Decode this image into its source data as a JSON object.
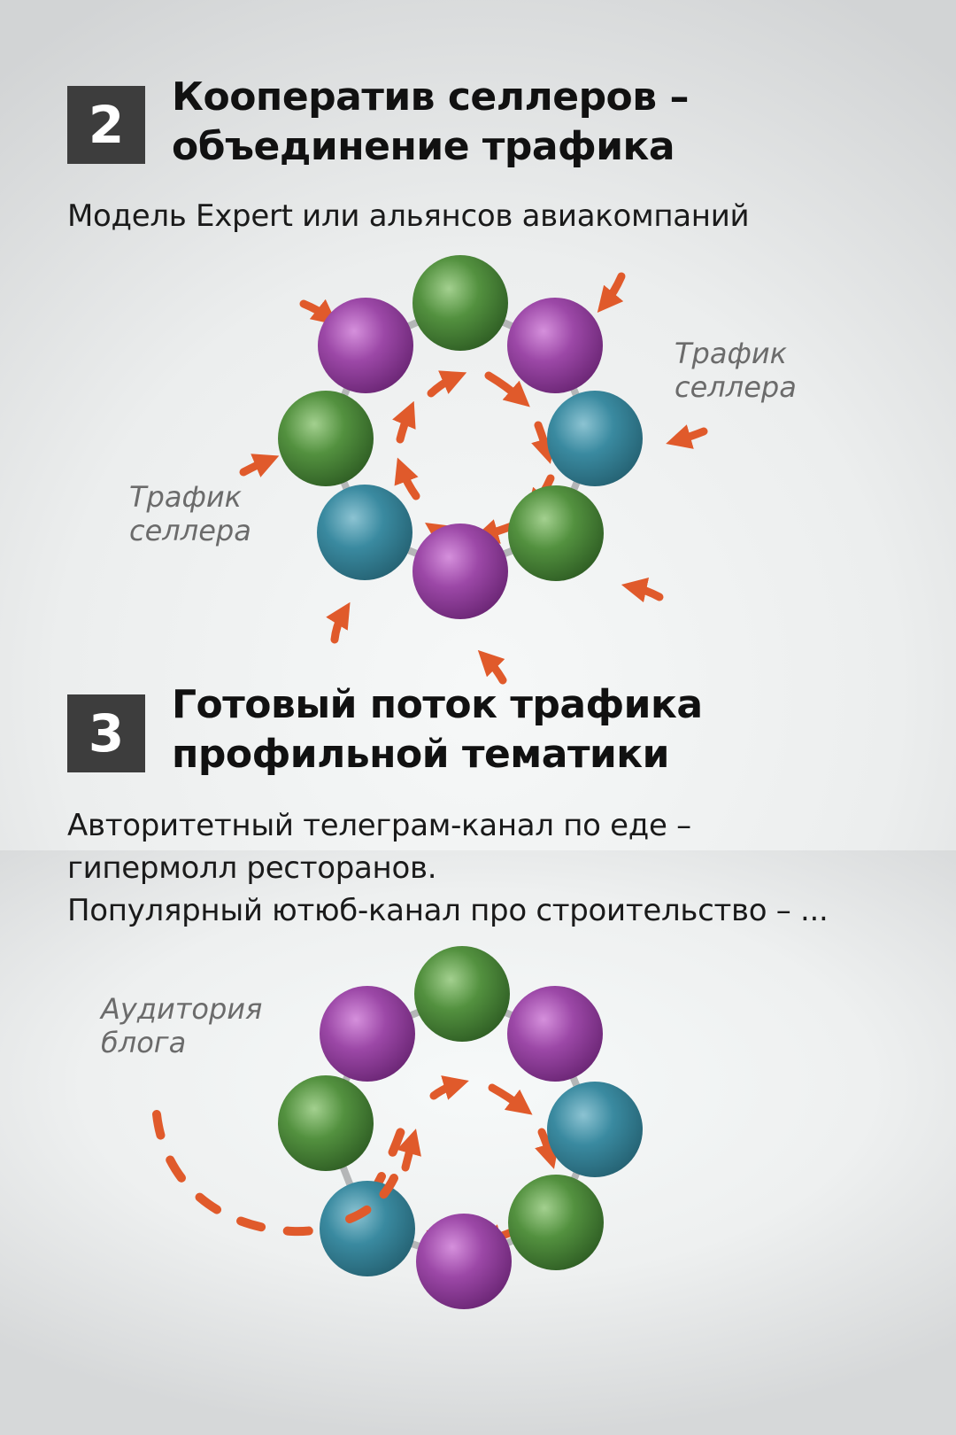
{
  "section2": {
    "number": "2",
    "title_line1": "Кооператив селлеров –",
    "title_line2": "объединение трафика",
    "subtitle": "Модель Expert или альянсов авиакомпаний",
    "label_right_line1": "Трафик",
    "label_right_line2": "селлера",
    "label_left_line1": "Трафик",
    "label_left_line2": "селлера"
  },
  "section3": {
    "number": "3",
    "title_line1": "Готовый поток трафика",
    "title_line2": "профильной тематики",
    "desc_line1": "Авторитетный телеграм-канал по еде –",
    "desc_line2": "гипермолл ресторанов.",
    "desc_line3": "Популярный ютюб-канал про строительство – ...",
    "label_line1": "Аудитория",
    "label_line2": "блога"
  },
  "colors": {
    "arrow": "#e05a2b",
    "purple": "#9a47a4",
    "green": "#4f8f3e",
    "teal": "#3a8aa0",
    "connector": "#b4b6b7",
    "number_box": "#3d3d3d"
  }
}
